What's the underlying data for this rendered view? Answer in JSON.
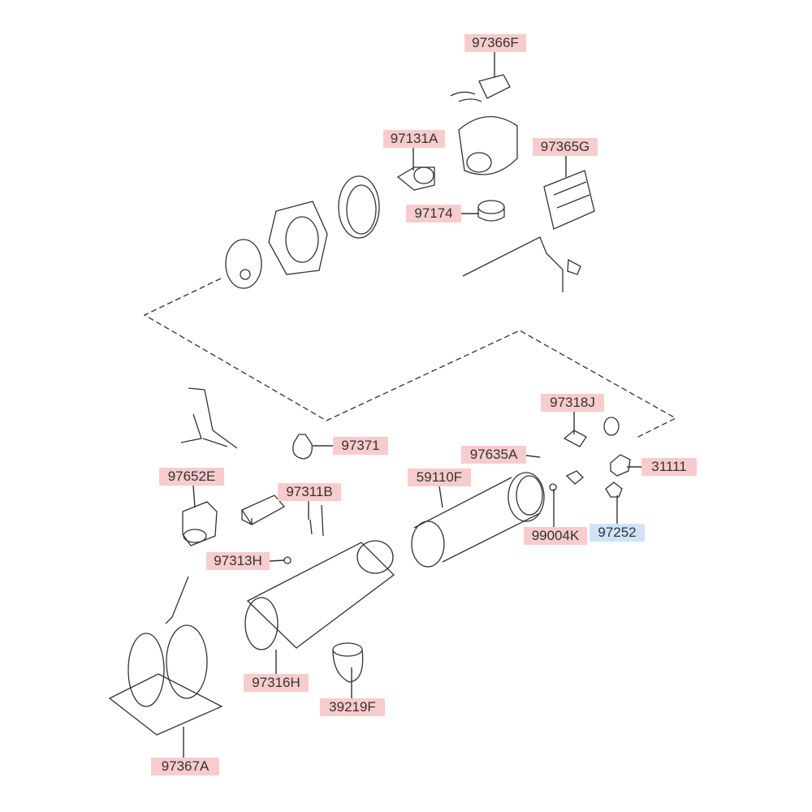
{
  "highlight_colors": {
    "pink": "#f8cccc",
    "blue": "#cfe3f8"
  },
  "labels": {
    "p97366F": "97366F",
    "p97131A": "97131A",
    "p97365G": "97365G",
    "p97174": "97174",
    "p97371": "97371",
    "p97318J": "97318J",
    "p97635A": "97635A",
    "p31111": "31111",
    "p97652E": "97652E",
    "p59110F": "59110F",
    "p97311B": "97311B",
    "p99004K": "99004K",
    "p97252": "97252",
    "p97313H": "97313H",
    "p97316H": "97316H",
    "p39219F": "39219F",
    "p97367A": "97367A"
  }
}
